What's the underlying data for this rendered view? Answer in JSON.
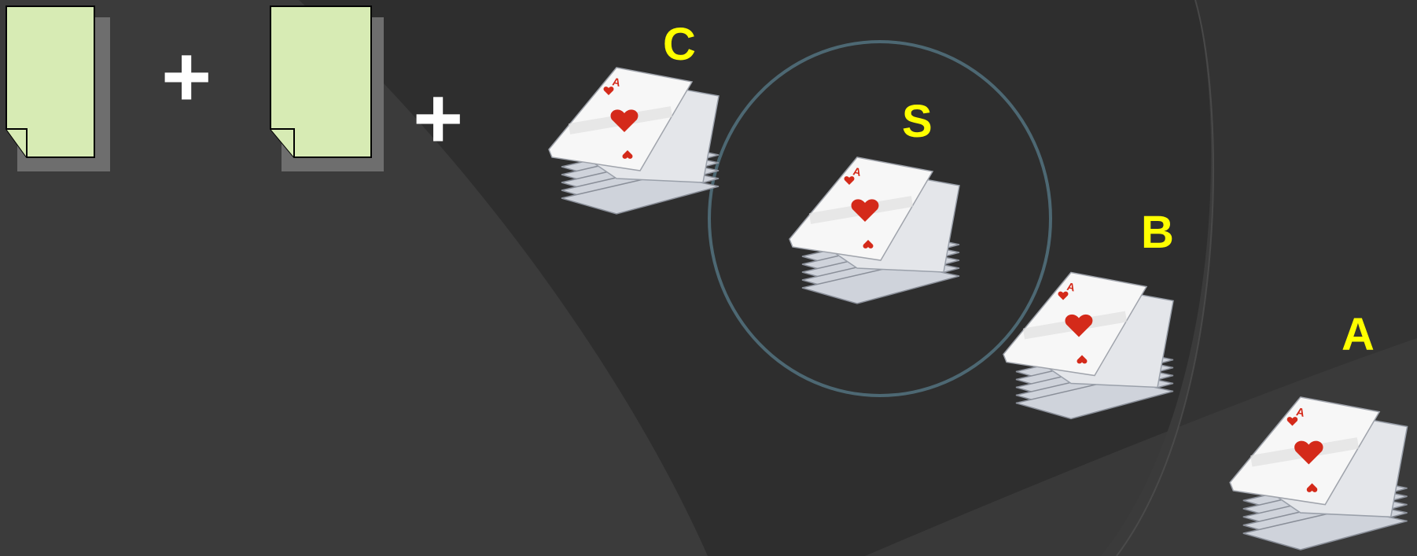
{
  "slide": {
    "background_color": "#3a3a3a",
    "accent_ring_color": "#4d6873",
    "label_color": "#ffff00",
    "document_fill": "#d7ebb4"
  },
  "operators": {
    "plus_1": "+",
    "plus_2": "+"
  },
  "decks": {
    "c": {
      "label": "C",
      "icon": "card-deck-ace-of-hearts-icon"
    },
    "s": {
      "label": "S",
      "icon": "card-deck-ace-of-hearts-icon"
    },
    "b": {
      "label": "B",
      "icon": "card-deck-ace-of-hearts-icon"
    },
    "a": {
      "label": "A",
      "icon": "card-deck-ace-of-hearts-icon"
    }
  },
  "documents": [
    {
      "icon": "blank-document-icon"
    },
    {
      "icon": "blank-document-icon"
    }
  ]
}
